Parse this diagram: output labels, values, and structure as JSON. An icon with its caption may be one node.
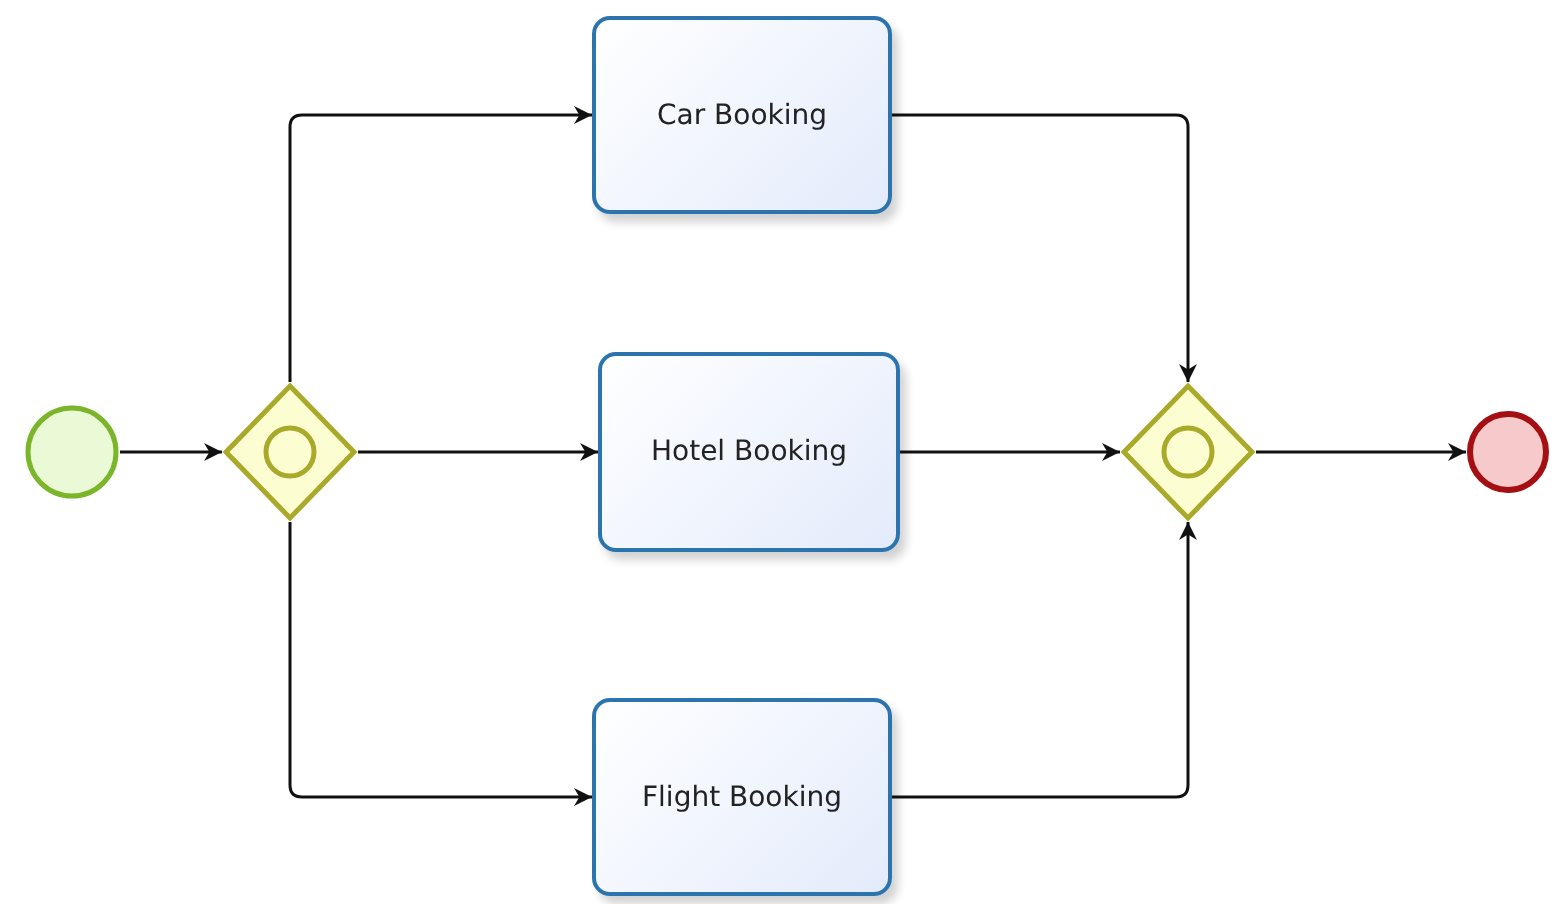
{
  "diagram": {
    "nodes": [
      {
        "text": [],
        "shape": "circle"
      },
      {
        "text": [],
        "shape": "diamond"
      },
      {
        "text": [
          "Car Booking"
        ]
      },
      {
        "text": [
          "Hotel Booking"
        ]
      },
      {
        "text": [
          "Flight Booking"
        ]
      },
      {
        "text": [],
        "shape": "diamond"
      },
      {
        "text": [],
        "shape": "circle"
      }
    ],
    "edges": [
      {
        "from": 0,
        "to": 1,
        "arrow": "to"
      },
      {
        "from": 1,
        "to": 2,
        "arrow": "to"
      },
      {
        "from": 1,
        "to": 3,
        "arrow": "to"
      },
      {
        "from": 1,
        "to": 4,
        "arrow": "to"
      },
      {
        "from": 2,
        "to": 5,
        "arrow": "to"
      },
      {
        "from": 3,
        "to": 5,
        "arrow": "to"
      },
      {
        "from": 4,
        "to": 5,
        "arrow": "to"
      },
      {
        "from": 5,
        "to": 6,
        "arrow": "to"
      }
    ]
  }
}
